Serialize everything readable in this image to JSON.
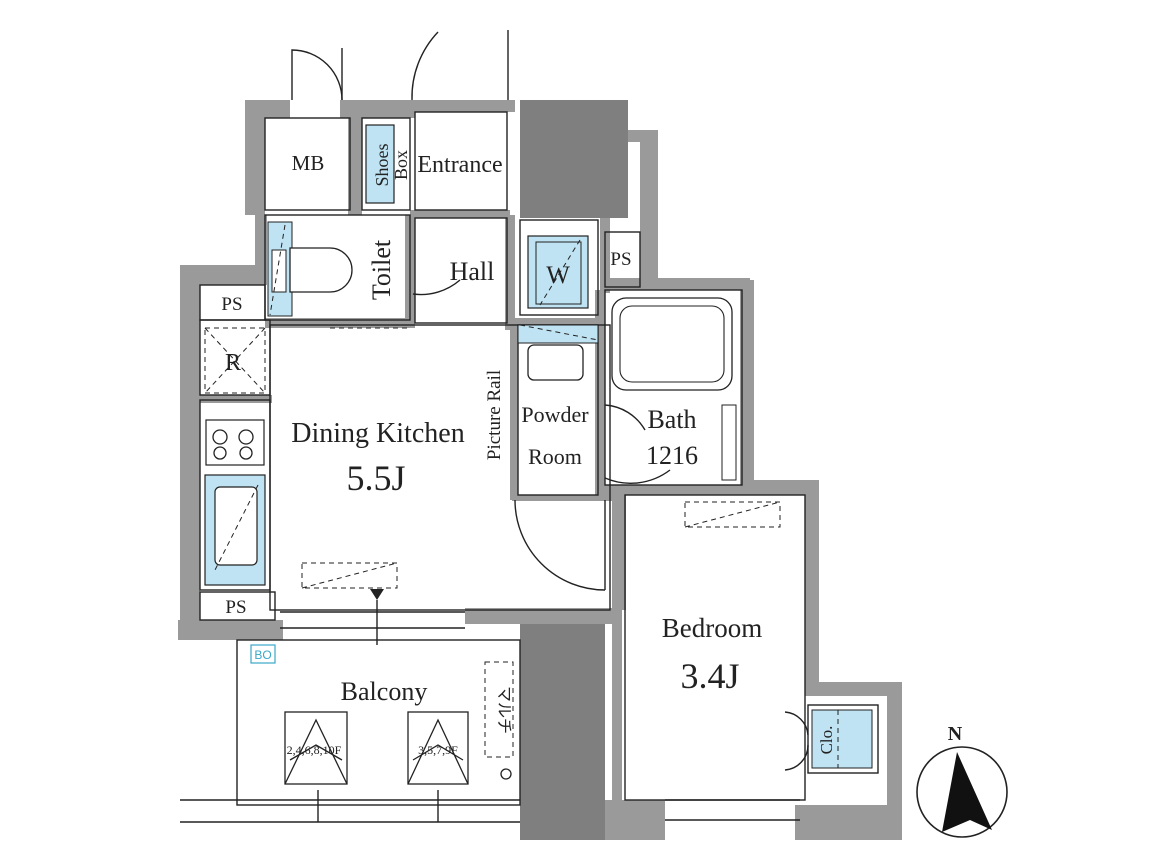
{
  "rooms": {
    "mb": "MB",
    "shoes_box_1": "Shoes",
    "shoes_box_2": "Box",
    "entrance": "Entrance",
    "toilet": "Toilet",
    "hall": "Hall",
    "washer": "W",
    "ps_top": "PS",
    "ps_left": "PS",
    "ps_bottom": "PS",
    "refrigerator": "R",
    "dining_kitchen": "Dining Kitchen",
    "dining_kitchen_size": "5.5J",
    "picture_rail": "Picture Rail",
    "powder_room_1": "Powder",
    "powder_room_2": "Room",
    "bath": "Bath",
    "bath_size": "1216",
    "bedroom": "Bedroom",
    "bedroom_size": "3.4J",
    "closet": "Clo.",
    "balcony": "Balcony",
    "bo_tag": "BO",
    "vent_even": "2,4,6,8,10F",
    "vent_odd": "3,5,7,9F",
    "multi": "マルチ",
    "compass": "N"
  },
  "colors": {
    "wall": "#9a9a9a",
    "wall_dark": "#7f7f7f",
    "fixture_blue": "#bfe3f3",
    "line": "#222222"
  }
}
